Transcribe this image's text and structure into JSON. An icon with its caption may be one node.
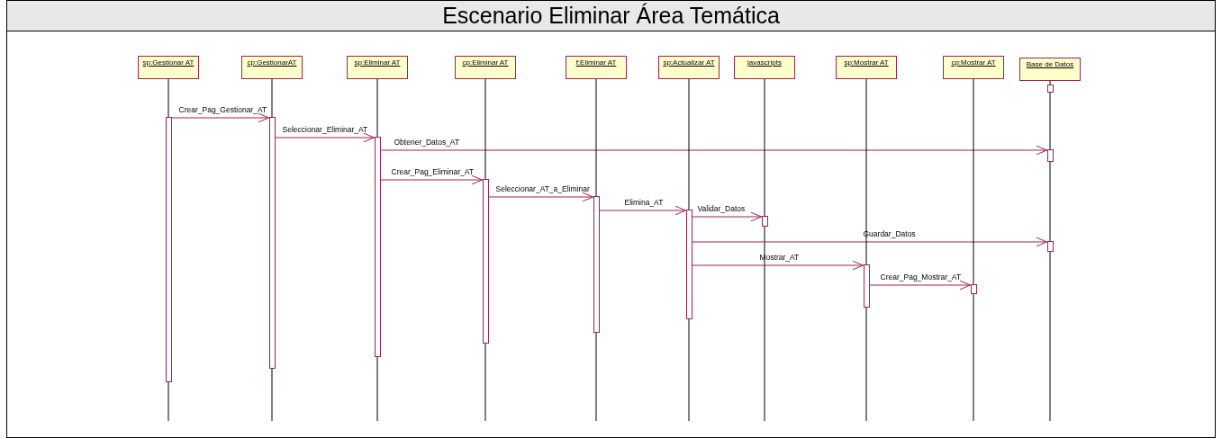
{
  "diagram": {
    "title": "Escenario Eliminar Área Temática",
    "nodes": [
      {
        "text": [
          "sp:Gestionar AT"
        ]
      },
      {
        "text": [
          "cp:GestionarAT"
        ]
      },
      {
        "text": [
          "sp:Eliminar AT"
        ]
      },
      {
        "text": [
          "cp:Eliminar AT"
        ]
      },
      {
        "text": [
          "f:Eliminar AT"
        ]
      },
      {
        "text": [
          "sp:Actualizar AT"
        ]
      },
      {
        "text": [
          "javascripts"
        ]
      },
      {
        "text": [
          "sp:Mostrar AT"
        ]
      },
      {
        "text": [
          "cp:Mostrar AT"
        ]
      },
      {
        "text": [
          "Base de Datos"
        ]
      },
      {
        "text": [],
        "shape": "bar"
      },
      {
        "text": [],
        "shape": "bar"
      },
      {
        "text": [],
        "shape": "bar"
      },
      {
        "text": [],
        "shape": "bar"
      },
      {
        "text": [],
        "shape": "bar"
      },
      {
        "text": [],
        "shape": "bar"
      },
      {
        "text": [],
        "shape": "bar"
      },
      {
        "text": [],
        "shape": "bar"
      },
      {
        "text": [],
        "shape": "bar"
      },
      {
        "text": [],
        "shape": "bar"
      },
      {
        "text": [],
        "shape": "bar"
      },
      {
        "text": [],
        "shape": "bar"
      }
    ],
    "edges": [
      {
        "from": 11,
        "to": 12,
        "arrow": "to",
        "label": "Crear_Pag_Gestionar_AT",
        "color": "#a3214f"
      },
      {
        "from": 12,
        "to": 13,
        "arrow": "to",
        "label": "Seleccionar_Eliminar_AT",
        "color": "#a3214f"
      },
      {
        "from": 13,
        "to": 14,
        "arrow": "to",
        "label": "Obtener_Datos_AT",
        "color": "#a3214f"
      },
      {
        "from": 13,
        "to": 15,
        "arrow": "to",
        "label": "Crear_Pag_Eliminar_AT",
        "color": "#a3214f"
      },
      {
        "from": 15,
        "to": 16,
        "arrow": "to",
        "label": "Seleccionar_AT_a_Eliminar",
        "color": "#a3214f"
      },
      {
        "from": 16,
        "to": 17,
        "arrow": "to",
        "label": "Elimina_AT",
        "color": "#a3214f"
      },
      {
        "from": 17,
        "to": 18,
        "arrow": "to",
        "label": "Validar_Datos",
        "color": "#a3214f"
      },
      {
        "from": 17,
        "to": 19,
        "arrow": "to",
        "label": "Guardar_Datos",
        "color": "#a3214f"
      },
      {
        "from": 17,
        "to": 20,
        "arrow": "to",
        "label": "Mostrar_AT",
        "color": "#a3214f"
      },
      {
        "from": 20,
        "to": 21,
        "arrow": "to",
        "label": "Crear_Pag_Mostrar_AT",
        "color": "#a3214f"
      },
      {
        "from": 0,
        "to": 11,
        "arrow": "none"
      },
      {
        "from": 1,
        "to": 12,
        "arrow": "none"
      },
      {
        "from": 2,
        "to": 13,
        "arrow": "none"
      },
      {
        "from": 3,
        "to": 15,
        "arrow": "none"
      },
      {
        "from": 4,
        "to": 16,
        "arrow": "none"
      },
      {
        "from": 5,
        "to": 17,
        "arrow": "none"
      },
      {
        "from": 6,
        "to": 18,
        "arrow": "none"
      },
      {
        "from": 7,
        "to": 20,
        "arrow": "none"
      },
      {
        "from": 8,
        "to": 21,
        "arrow": "none"
      },
      {
        "from": 9,
        "to": 10,
        "arrow": "none"
      },
      {
        "from": 10,
        "to": 14,
        "arrow": "none"
      },
      {
        "from": 14,
        "to": 19,
        "arrow": "none"
      }
    ]
  }
}
